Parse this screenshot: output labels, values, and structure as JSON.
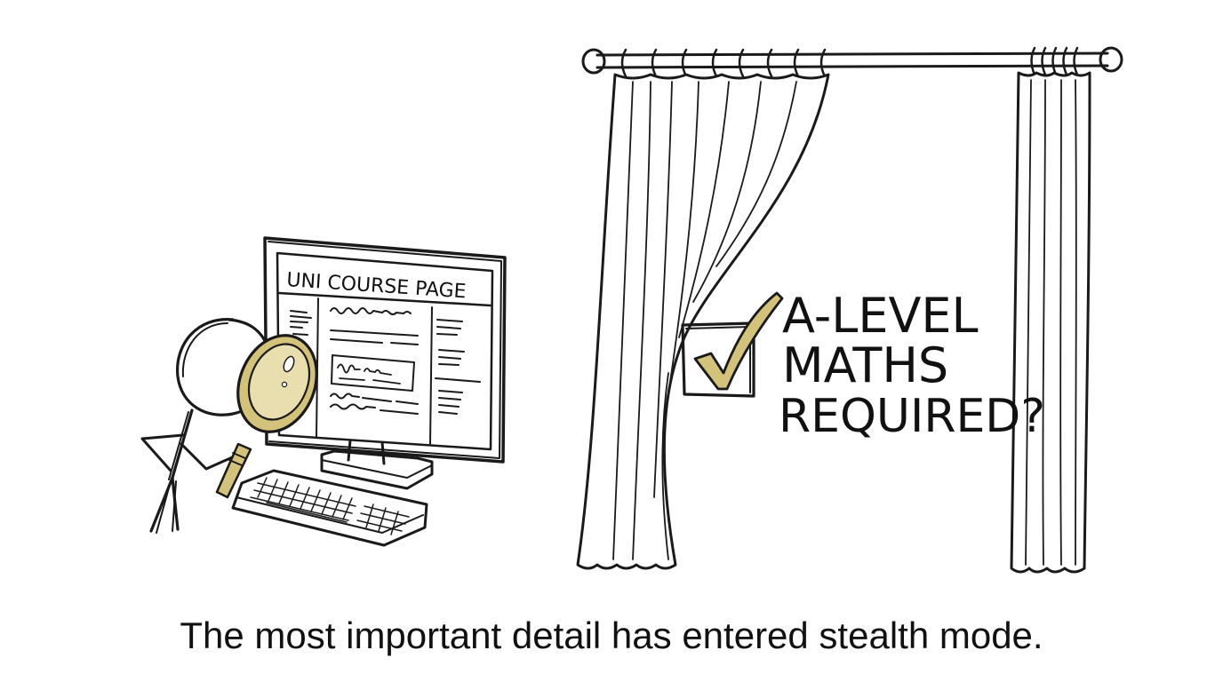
{
  "screen": {
    "title": "UNI COURSE PAGE"
  },
  "sign": {
    "line1": "A-LEVEL",
    "line2": "MATHS",
    "line3": "REQUIRED?"
  },
  "caption": "The most important detail has entered stealth mode.",
  "colors": {
    "ink": "#1a1a1a",
    "gold": "#d2c27a",
    "gold_dark": "#b89f3e",
    "background": "#ffffff"
  }
}
